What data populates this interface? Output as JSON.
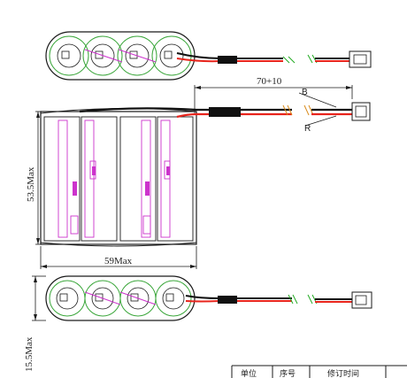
{
  "dimensions": {
    "lead_length": "70+10",
    "height": "53.5Max",
    "width": "59Max",
    "thickness": "15.5Max"
  },
  "wire_labels": {
    "black": "B",
    "red": "R"
  },
  "table": {
    "headers": [
      "单位",
      "序号",
      "修订时间"
    ]
  },
  "colors": {
    "outline": "#1a1a1a",
    "cell_detail": "#cc33cc",
    "red_wire": "#e8241c",
    "black_wire": "#111111",
    "green_mark": "#2db82d",
    "green_dash": "#22aa22",
    "orange_dash": "#d98b1a",
    "cell_green": "#3aa63a"
  }
}
